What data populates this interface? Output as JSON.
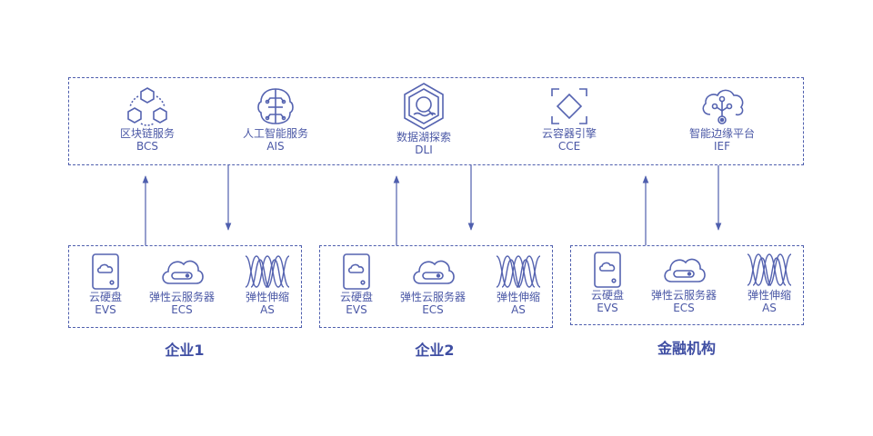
{
  "colors": {
    "accent": "#4f5fae",
    "text": "#4b58a6",
    "label": "#3f4ea3"
  },
  "cloud_services": [
    {
      "icon": "blockchain-hexagon-icon",
      "name_cn": "区块链服务",
      "name_en": "BCS"
    },
    {
      "icon": "ai-brain-icon",
      "name_cn": "人工智能服务",
      "name_en": "AIS"
    },
    {
      "icon": "data-lake-hexagon-icon",
      "name_cn": "数据湖探索",
      "name_en": "DLI"
    },
    {
      "icon": "container-engine-icon",
      "name_cn": "云容器引擎",
      "name_en": "CCE"
    },
    {
      "icon": "edge-cloud-icon",
      "name_cn": "智能边缘平台",
      "name_en": "IEF"
    }
  ],
  "groups": [
    {
      "label": "企业1",
      "services": [
        {
          "icon": "hard-disk-icon",
          "name_cn": "云硬盘",
          "name_en": "EVS"
        },
        {
          "icon": "cloud-server-icon",
          "name_cn": "弹性云服务器",
          "name_en": "ECS"
        },
        {
          "icon": "scaling-wave-icon",
          "name_cn": "弹性伸缩",
          "name_en": "AS"
        }
      ]
    },
    {
      "label": "企业2",
      "services": [
        {
          "icon": "hard-disk-icon",
          "name_cn": "云硬盘",
          "name_en": "EVS"
        },
        {
          "icon": "cloud-server-icon",
          "name_cn": "弹性云服务器",
          "name_en": "ECS"
        },
        {
          "icon": "scaling-wave-icon",
          "name_cn": "弹性伸缩",
          "name_en": "AS"
        }
      ]
    },
    {
      "label": "金融机构",
      "services": [
        {
          "icon": "hard-disk-icon",
          "name_cn": "云硬盘",
          "name_en": "EVS"
        },
        {
          "icon": "cloud-server-icon",
          "name_cn": "弹性云服务器",
          "name_en": "ECS"
        },
        {
          "icon": "scaling-wave-icon",
          "name_cn": "弹性伸缩",
          "name_en": "AS"
        }
      ]
    }
  ]
}
